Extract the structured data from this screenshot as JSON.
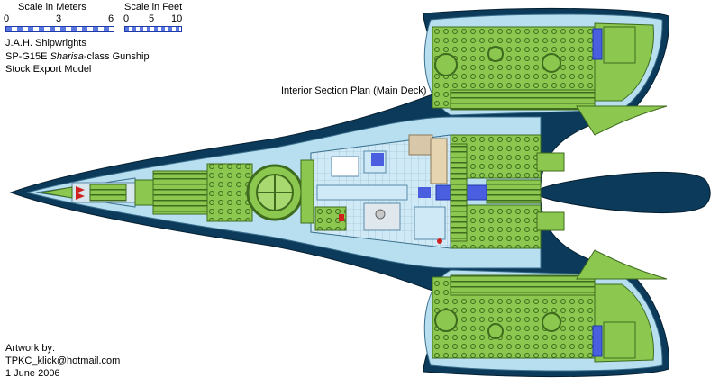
{
  "scale_meters": {
    "title": "Scale in Meters",
    "ticks": [
      "0",
      "3",
      "6"
    ]
  },
  "scale_feet": {
    "title": "Scale in Feet",
    "ticks": [
      "0",
      "5",
      "10"
    ]
  },
  "credits": {
    "company": "J.A.H. Shipwrights",
    "model_prefix": "SP-G15E ",
    "model_italic": "Sharisa",
    "model_suffix": "-class Gunship",
    "variant": "Stock Export Model"
  },
  "plan_title": "Interior Section Plan (Main Deck)",
  "artwork": {
    "label": "Artwork by:",
    "email": "TPKC_klick@hotmail.com",
    "date": "1 June 2006"
  },
  "colors": {
    "hull": "#0b3a5a",
    "hull_inner": "#b8dff0",
    "deck": "#cfeaf6",
    "machinery": "#8cc850",
    "machinery_dark": "#3e6b1e",
    "glass": "#4a5ee0"
  }
}
